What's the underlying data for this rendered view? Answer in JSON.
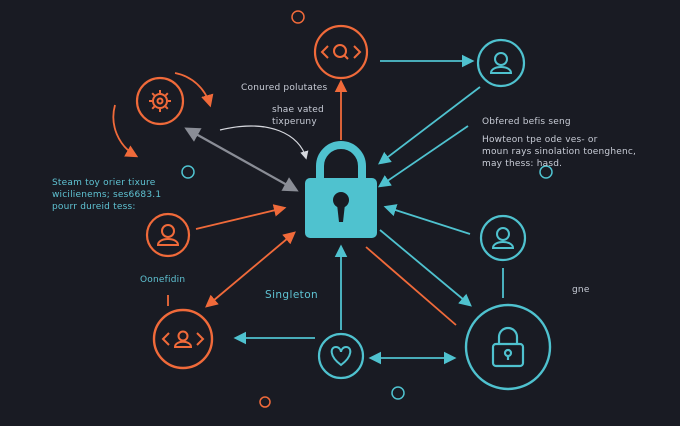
{
  "colors": {
    "background": "#191b23",
    "orange": "#f06a3a",
    "teal": "#4fc2cf",
    "gray": "#8a8d96",
    "text_light": "#c8ccd6",
    "text_teal": "#5fc3d3"
  },
  "center": {
    "label": "Singleton",
    "icon": "padlock-icon"
  },
  "annotations": {
    "top_center_1": "Conured polutates",
    "top_center_2": "shae vated\ntixperuny",
    "right": "Obfered befis seng",
    "right_sub": "Howteon tpe ode ves- or\nmoun rays sinolation toenghenc,\nmay thess: hasd.",
    "left": "Steam toy orier tixure\nwicilienems; ses6683.1\npourr dureid tess:",
    "left_bottom": "Oonefidin",
    "bottom_right": "gne"
  },
  "nodes": [
    {
      "id": "gear",
      "icon": "gear-icon",
      "color": "orange"
    },
    {
      "id": "code-top",
      "icon": "code-search-icon",
      "color": "orange"
    },
    {
      "id": "user-top",
      "icon": "user-icon",
      "color": "teal"
    },
    {
      "id": "user-left",
      "icon": "user-icon",
      "color": "orange"
    },
    {
      "id": "user-right",
      "icon": "user-icon",
      "color": "teal"
    },
    {
      "id": "code-user",
      "icon": "code-user-icon",
      "color": "orange"
    },
    {
      "id": "heart",
      "icon": "heart-icon",
      "color": "teal"
    },
    {
      "id": "lock-br",
      "icon": "padlock-icon",
      "color": "teal"
    }
  ]
}
